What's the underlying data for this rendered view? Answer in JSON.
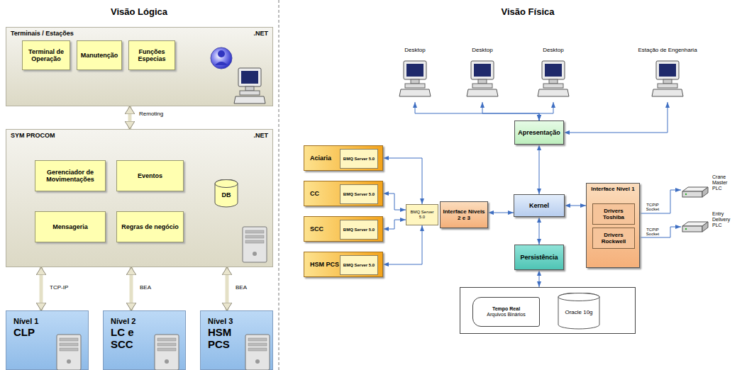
{
  "diagram": {
    "nodes": [
      {
        "text": [
          "Terminais / Estações",
          ".NET"
        ]
      },
      {
        "text": [
          "Terminal de Operação"
        ],
        "in": 0
      },
      {
        "text": [
          "Manutenção"
        ],
        "in": 0
      },
      {
        "text": [
          "Funções Especias"
        ],
        "in": 0
      },
      {
        "text": [
          "SYM PROCOM",
          ".NET"
        ]
      },
      {
        "text": [
          "Gerenciador de Movimentações"
        ],
        "in": 4
      },
      {
        "text": [
          "Eventos"
        ],
        "in": 4
      },
      {
        "text": [
          "Mensageria"
        ],
        "in": 4
      },
      {
        "text": [
          "Regras de negócio"
        ],
        "in": 4
      },
      {
        "text": [
          "DB"
        ],
        "in": 4
      },
      {
        "text": [
          "Nível 1",
          "CLP"
        ]
      },
      {
        "text": [
          "Nível 2",
          "LC e SCC"
        ]
      },
      {
        "text": [
          "Nível 3",
          "HSM PCS"
        ]
      },
      {
        "text": [
          "Desktop"
        ]
      },
      {
        "text": [
          "Desktop"
        ]
      },
      {
        "text": [
          "Desktop"
        ]
      },
      {
        "text": [
          "Estação de Engenharia"
        ]
      },
      {
        "text": [
          "Apresentação"
        ]
      },
      {
        "text": [
          "Kernel"
        ]
      },
      {
        "text": [
          "Persistência"
        ]
      },
      {
        "text": [
          "Interface Níveis 2 e 3"
        ]
      },
      {
        "text": [
          "BMQ Server 5.0"
        ]
      },
      {
        "text": [
          "Aciaria"
        ]
      },
      {
        "text": [
          "BMQ Server 5.0"
        ],
        "in": 22
      },
      {
        "text": [
          "CC"
        ]
      },
      {
        "text": [
          "BMQ Server 5.0"
        ],
        "in": 24
      },
      {
        "text": [
          "SCC"
        ]
      },
      {
        "text": [
          "BMQ Server 5.0"
        ],
        "in": 26
      },
      {
        "text": [
          "HSM PCS"
        ]
      },
      {
        "text": [
          "BMQ Server 5.0"
        ],
        "in": 28
      },
      {
        "text": [
          "Interface Nível 1"
        ]
      },
      {
        "text": [
          "Drivers Toshiba"
        ],
        "in": 30
      },
      {
        "text": [
          "Drivers Rockwell"
        ],
        "in": 30
      },
      {
        "text": [
          "Crane Master PLC"
        ]
      },
      {
        "text": [
          "Entry Delivery PLC"
        ]
      },
      {
        "text": []
      },
      {
        "text": [
          "Tempo Real",
          "Arquivos Binários"
        ],
        "in": 35
      },
      {
        "text": [
          "Oracle 10g"
        ],
        "in": 35
      }
    ],
    "edges": [
      {
        "from": 0,
        "to": 4,
        "arrow": "both",
        "label": "Remoting"
      },
      {
        "from": 4,
        "to": 10,
        "arrow": "both",
        "label": "TCP-IP"
      },
      {
        "from": 4,
        "to": 11,
        "arrow": "both",
        "label": "BEA"
      },
      {
        "from": 4,
        "to": 12,
        "arrow": "both",
        "label": "BEA"
      },
      {
        "from": 13,
        "to": 17,
        "arrow": "both"
      },
      {
        "from": 14,
        "to": 17,
        "arrow": "both"
      },
      {
        "from": 15,
        "to": 17,
        "arrow": "both"
      },
      {
        "from": 16,
        "to": 17,
        "arrow": "both"
      },
      {
        "from": 17,
        "to": 18,
        "arrow": "both"
      },
      {
        "from": 18,
        "to": 19,
        "arrow": "both"
      },
      {
        "from": 19,
        "to": 35,
        "arrow": "both"
      },
      {
        "from": 20,
        "to": 18,
        "arrow": "both"
      },
      {
        "from": 18,
        "to": 30,
        "arrow": "both"
      },
      {
        "from": 22,
        "to": 21,
        "arrow": "both"
      },
      {
        "from": 24,
        "to": 21,
        "arrow": "both"
      },
      {
        "from": 26,
        "to": 21,
        "arrow": "both"
      },
      {
        "from": 28,
        "to": 21,
        "arrow": "both"
      },
      {
        "from": 31,
        "to": 33,
        "arrow": "both",
        "label": "TCPIP Socket"
      },
      {
        "from": 32,
        "to": 34,
        "arrow": "both",
        "label": "TCPIP Socket"
      }
    ],
    "labels": [
      "Visão Lógica",
      "Visão Física"
    ]
  }
}
